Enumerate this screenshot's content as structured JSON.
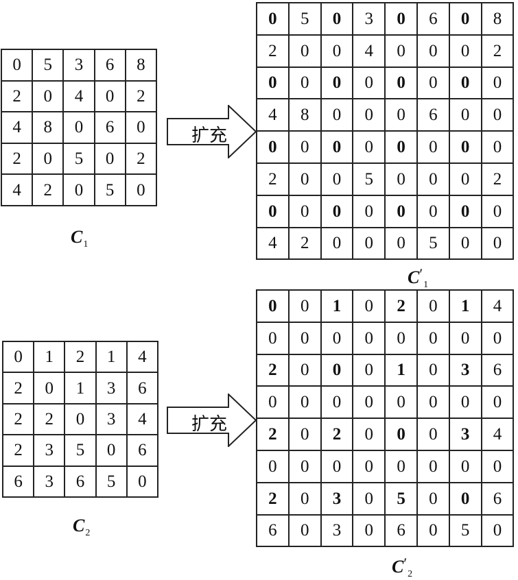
{
  "expand_label": "扩充",
  "matrices": {
    "c1": {
      "symbol": "C",
      "subscript": "1",
      "prime": "",
      "rows": [
        [
          "0",
          "5",
          "3",
          "6",
          "8"
        ],
        [
          "2",
          "0",
          "4",
          "0",
          "2"
        ],
        [
          "4",
          "8",
          "0",
          "6",
          "0"
        ],
        [
          "2",
          "0",
          "5",
          "0",
          "2"
        ],
        [
          "4",
          "2",
          "0",
          "5",
          "0"
        ]
      ]
    },
    "c1p": {
      "symbol": "C",
      "subscript": "1",
      "prime": "′",
      "rows": [
        [
          "0",
          "5",
          "0",
          "3",
          "0",
          "6",
          "0",
          "8"
        ],
        [
          "2",
          "0",
          "0",
          "4",
          "0",
          "0",
          "0",
          "2"
        ],
        [
          "0",
          "0",
          "0",
          "0",
          "0",
          "0",
          "0",
          "0"
        ],
        [
          "4",
          "8",
          "0",
          "0",
          "0",
          "6",
          "0",
          "0"
        ],
        [
          "0",
          "0",
          "0",
          "0",
          "0",
          "0",
          "0",
          "0"
        ],
        [
          "2",
          "0",
          "0",
          "5",
          "0",
          "0",
          "0",
          "2"
        ],
        [
          "0",
          "0",
          "0",
          "0",
          "0",
          "0",
          "0",
          "0"
        ],
        [
          "4",
          "2",
          "0",
          "0",
          "0",
          "5",
          "0",
          "0"
        ]
      ]
    },
    "c2": {
      "symbol": "C",
      "subscript": "2",
      "prime": "",
      "rows": [
        [
          "0",
          "1",
          "2",
          "1",
          "4"
        ],
        [
          "2",
          "0",
          "1",
          "3",
          "6"
        ],
        [
          "2",
          "2",
          "0",
          "3",
          "4"
        ],
        [
          "2",
          "3",
          "5",
          "0",
          "6"
        ],
        [
          "6",
          "3",
          "6",
          "5",
          "0"
        ]
      ]
    },
    "c2p": {
      "symbol": "C",
      "subscript": "2",
      "prime": "′",
      "rows": [
        [
          "0",
          "0",
          "1",
          "0",
          "2",
          "0",
          "1",
          "4"
        ],
        [
          "0",
          "0",
          "0",
          "0",
          "0",
          "0",
          "0",
          "0"
        ],
        [
          "2",
          "0",
          "0",
          "0",
          "1",
          "0",
          "3",
          "6"
        ],
        [
          "0",
          "0",
          "0",
          "0",
          "0",
          "0",
          "0",
          "0"
        ],
        [
          "2",
          "0",
          "2",
          "0",
          "0",
          "0",
          "3",
          "4"
        ],
        [
          "0",
          "0",
          "0",
          "0",
          "0",
          "0",
          "0",
          "0"
        ],
        [
          "2",
          "0",
          "3",
          "0",
          "5",
          "0",
          "0",
          "6"
        ],
        [
          "6",
          "0",
          "3",
          "0",
          "6",
          "0",
          "5",
          "0"
        ]
      ]
    }
  }
}
